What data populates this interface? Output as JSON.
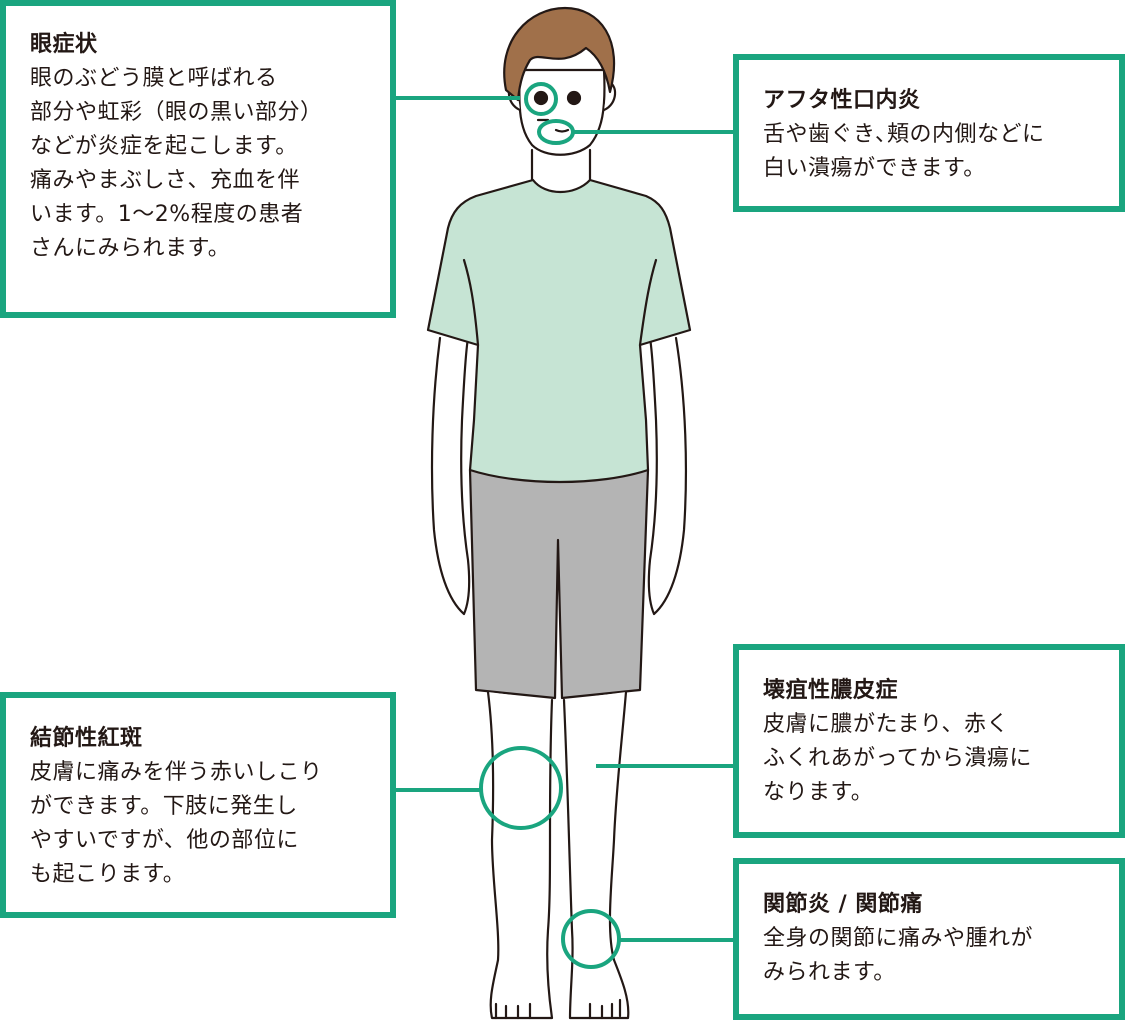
{
  "colors": {
    "accent": "#1aa57f",
    "shirt": "#c6e4d4",
    "shorts": "#b4b4b4",
    "hair": "#a0704a",
    "outline": "#231815"
  },
  "callouts": [
    {
      "id": "eye",
      "title": "眼症状",
      "body": "眼のぶどう膜と呼ばれる\n部分や虹彩（眼の黒い部分）\nなどが炎症を起こします。\n痛みやまぶしさ、充血を伴\nいます。1〜2%程度の患者\nさんにみられます。",
      "marker": "eye"
    },
    {
      "id": "mouth",
      "title": "アフタ性口内炎",
      "body": "舌や歯ぐき､頬の内側などに\n白い潰瘍ができます。",
      "marker": "mouth"
    },
    {
      "id": "erythema",
      "title": "結節性紅斑",
      "body": "皮膚に痛みを伴う赤いしこり\nができます。下肢に発生し\nやすいですが、他の部位に\nも起こります。",
      "marker": "knee"
    },
    {
      "id": "pyoderma",
      "title": "壊疽性膿皮症",
      "body": "皮膚に膿がたまり、赤く\nふくれあがってから潰瘍に\nなります。",
      "marker": "shin"
    },
    {
      "id": "arthritis",
      "title": "関節炎 / 関節痛",
      "body": "全身の関節に痛みや腫れが\nみられます。",
      "marker": "ankle"
    }
  ]
}
